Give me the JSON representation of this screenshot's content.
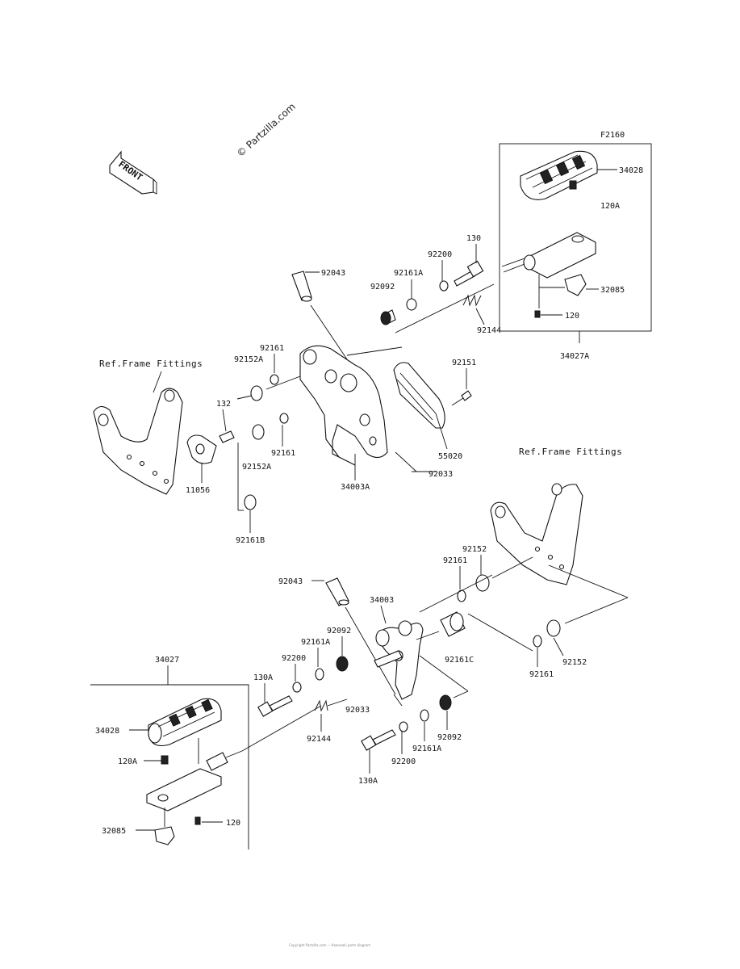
{
  "watermark": "© Partzilla.com",
  "front_label": "FRONT",
  "footer_text": "Copyright Partzilla.com — Kawasaki parts diagram",
  "boxes": {
    "top_right": {
      "code": "F2160",
      "parent_part": "34027A"
    },
    "bottom_left": {
      "parent_part": "34027"
    }
  },
  "references": {
    "frame_fittings": "Ref.Frame Fittings"
  },
  "labels": {
    "p34028_top": "34028",
    "p120a_top": "120A",
    "p32085_top": "32085",
    "p120_top": "120",
    "p130_top": "130",
    "p92200_top": "92200",
    "p92161a_top": "92161A",
    "p92092_top": "92092",
    "p92043_top": "92043",
    "p92144_top": "92144",
    "p92161_top": "92161",
    "p92152a_top": "92152A",
    "p132": "132",
    "p92151": "92151",
    "p55020": "55020",
    "p92033_top": "92033",
    "p34003a": "34003A",
    "p11056": "11056",
    "p92161_mid": "92161",
    "p92152a_mid": "92152A",
    "p92161b": "92161B",
    "p92043_bot": "92043",
    "p34003": "34003",
    "p92161_br": "92161",
    "p92152_br": "92152",
    "p92092_bot": "92092",
    "p92161a_bot": "92161A",
    "p92200_bot": "92200",
    "p130a_bot": "130A",
    "p92161c": "92161C",
    "p92152_r": "92152",
    "p92161_r": "92161",
    "p92033_bot": "92033",
    "p92144_bot": "92144",
    "p92092_low": "92092",
    "p92161a_low": "92161A",
    "p92200_low": "92200",
    "p130a_low": "130A",
    "p34028_bot": "34028",
    "p120a_bot": "120A",
    "p32085_bot": "32085",
    "p120_bot": "120"
  }
}
